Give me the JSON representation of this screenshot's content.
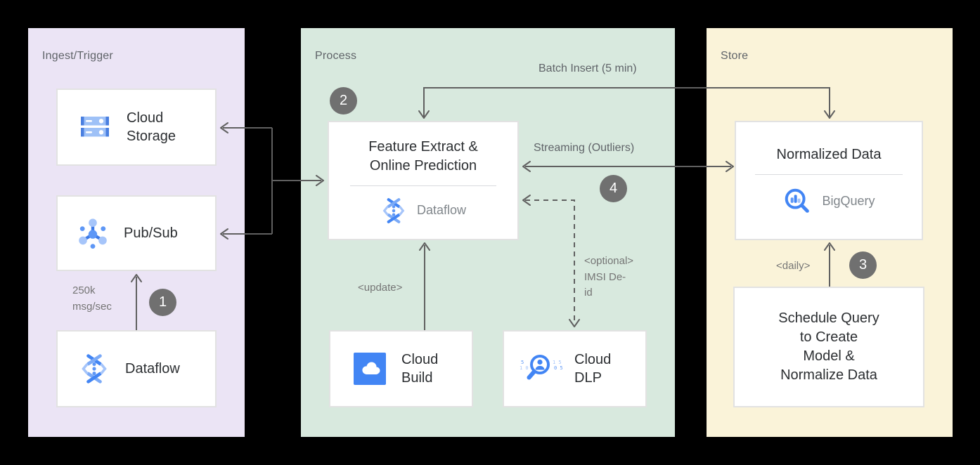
{
  "sections": {
    "ingest": {
      "title": "Ingest/Trigger",
      "bg": "#ebe4f5"
    },
    "process": {
      "title": "Process",
      "bg": "#d8e9de"
    },
    "store": {
      "title": "Store",
      "bg": "#faf3d9"
    }
  },
  "nodes": {
    "cloud_storage": {
      "label": "Cloud Storage"
    },
    "pubsub": {
      "label": "Pub/Sub"
    },
    "dataflow": {
      "label": "Dataflow"
    },
    "feature_extract": {
      "title_lines": [
        "Feature Extract &",
        "Online Prediction"
      ],
      "product": "Dataflow"
    },
    "cloud_build": {
      "label": "Cloud Build"
    },
    "cloud_dlp": {
      "label": "Cloud DLP"
    },
    "normalized_data": {
      "title": "Normalized Data",
      "product": "BigQuery"
    },
    "schedule_query": {
      "title_lines": [
        "Schedule Query",
        "to Create",
        "Model &",
        "Normalize Data"
      ]
    }
  },
  "edge_labels": {
    "msg_rate": "250k msg/sec",
    "batch_insert": "Batch Insert (5 min)",
    "streaming": "Streaming (Outliers)",
    "update": "<update>",
    "optional_lines": [
      "<optional>",
      "IMSI De-id"
    ],
    "daily": "<daily>"
  },
  "badges": {
    "one": "1",
    "two": "2",
    "three": "3",
    "four": "4"
  },
  "icons": {
    "cloud_storage": "cloud-storage-icon",
    "pubsub": "pubsub-icon",
    "dataflow": "dataflow-icon",
    "cloud_build": "cloud-build-icon",
    "cloud_dlp": "cloud-dlp-icon",
    "bigquery": "bigquery-icon"
  },
  "colors": {
    "accent_blue": "#4285F4",
    "light_blue": "#A6C5FA",
    "mid_blue": "#5E97F6",
    "arrow_gray": "#606060",
    "badge_gray": "#707070"
  }
}
